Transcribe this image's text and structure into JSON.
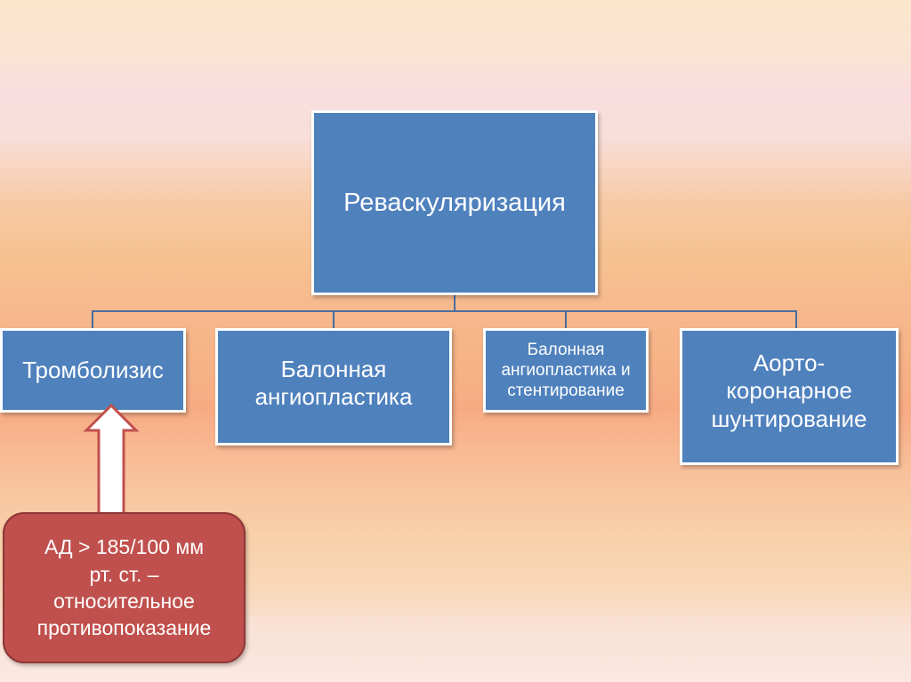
{
  "diagram": {
    "root": "Реваскуляризация",
    "children": [
      "Тромболизис",
      "Балонная\nангиопластика",
      "Балонная\nангиопластика и\nстентирование",
      "Аорто-\nкоронарное\nшунтирование"
    ],
    "note": "АД > 185/100 мм\nрт. ст. –\nотносительное\nпротивопоказание"
  },
  "colors": {
    "box_fill": "#4f81bd",
    "box_border": "#ffffff",
    "connector": "#4a6e9c",
    "note_fill": "#c0504d",
    "arrow_fill": "#ffffff",
    "arrow_border": "#c0504d"
  }
}
